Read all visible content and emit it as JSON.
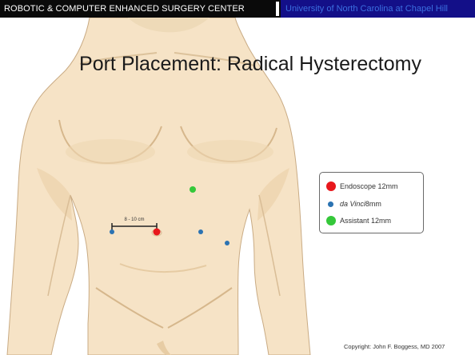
{
  "banner": {
    "left_text": "ROBOTIC & COMPUTER ENHANCED SURGERY CENTER",
    "right_text": "University of North Carolina at Chapel Hill"
  },
  "title": "Port Placement:  Radical Hysterectomy",
  "measurement": {
    "label": "8 - 10 cm"
  },
  "legend": {
    "items": [
      {
        "name": "endoscope",
        "label_prefix": "",
        "label_italic": "",
        "label_text": "Endoscope 12mm",
        "color": "#e8171c"
      },
      {
        "name": "davinci",
        "label_prefix": "",
        "label_italic": "da Vinci",
        "label_text": " 8mm",
        "color": "#2b73b2"
      },
      {
        "name": "assistant",
        "label_prefix": "",
        "label_italic": "",
        "label_text": "Assistant 12mm",
        "color": "#35c83a"
      }
    ]
  },
  "colors": {
    "skin": "#f6e3c6",
    "skin_shadow": "#ecd2ab",
    "outline": "#b89870",
    "endoscope": "#e8171c",
    "davinci": "#2b73b2",
    "assistant": "#35c83a"
  },
  "copyright": "Copyright:   John F. Boggess, MD 2007"
}
